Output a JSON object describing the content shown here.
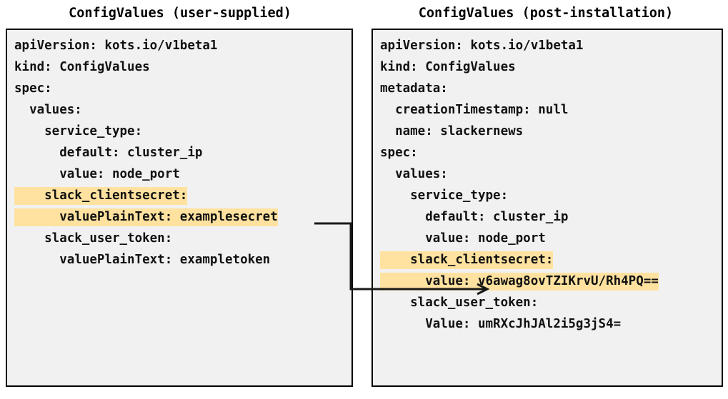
{
  "panels": [
    {
      "title": "ConfigValues (user-supplied)",
      "lines": [
        {
          "text": "apiVersion: kots.io/v1beta1",
          "highlight": false
        },
        {
          "text": "kind: ConfigValues",
          "highlight": false
        },
        {
          "text": "spec:",
          "highlight": false
        },
        {
          "text": "  values:",
          "highlight": false
        },
        {
          "text": "    service_type:",
          "highlight": false
        },
        {
          "text": "      default: cluster_ip",
          "highlight": false
        },
        {
          "text": "      value: node_port",
          "highlight": false
        },
        {
          "text": "    slack_clientsecret:",
          "highlight": true
        },
        {
          "text": "      valuePlainText: examplesecret",
          "highlight": true
        },
        {
          "text": "    slack_user_token:",
          "highlight": false
        },
        {
          "text": "      valuePlainText: exampletoken",
          "highlight": false
        }
      ]
    },
    {
      "title": "ConfigValues (post-installation)",
      "lines": [
        {
          "text": "apiVersion: kots.io/v1beta1",
          "highlight": false
        },
        {
          "text": "kind: ConfigValues",
          "highlight": false
        },
        {
          "text": "metadata:",
          "highlight": false
        },
        {
          "text": "  creationTimestamp: null",
          "highlight": false
        },
        {
          "text": "  name: slackernews",
          "highlight": false
        },
        {
          "text": "spec:",
          "highlight": false
        },
        {
          "text": "  values:",
          "highlight": false
        },
        {
          "text": "    service_type:",
          "highlight": false
        },
        {
          "text": "      default: cluster_ip",
          "highlight": false
        },
        {
          "text": "      value: node_port",
          "highlight": false
        },
        {
          "text": "    slack_clientsecret:",
          "highlight": true
        },
        {
          "text": "      value: v6awag8ovTZIKrvU/Rh4PQ==",
          "highlight": true
        },
        {
          "text": "    slack_user_token:",
          "highlight": false
        },
        {
          "text": "      Value: umRXcJhJAl2i5g3jS4=",
          "highlight": false
        }
      ]
    }
  ],
  "colors": {
    "highlight": "#ffe2a0",
    "box_background": "#f1f1f1",
    "box_border": "#000000",
    "text": "#111111",
    "connector": "#1a1a1a"
  },
  "connector": {
    "label": "maps-to-arrow",
    "from_line": "      valuePlainText: examplesecret",
    "to_line": "      value: v6awag8ovTZIKrvU/Rh4PQ=="
  }
}
